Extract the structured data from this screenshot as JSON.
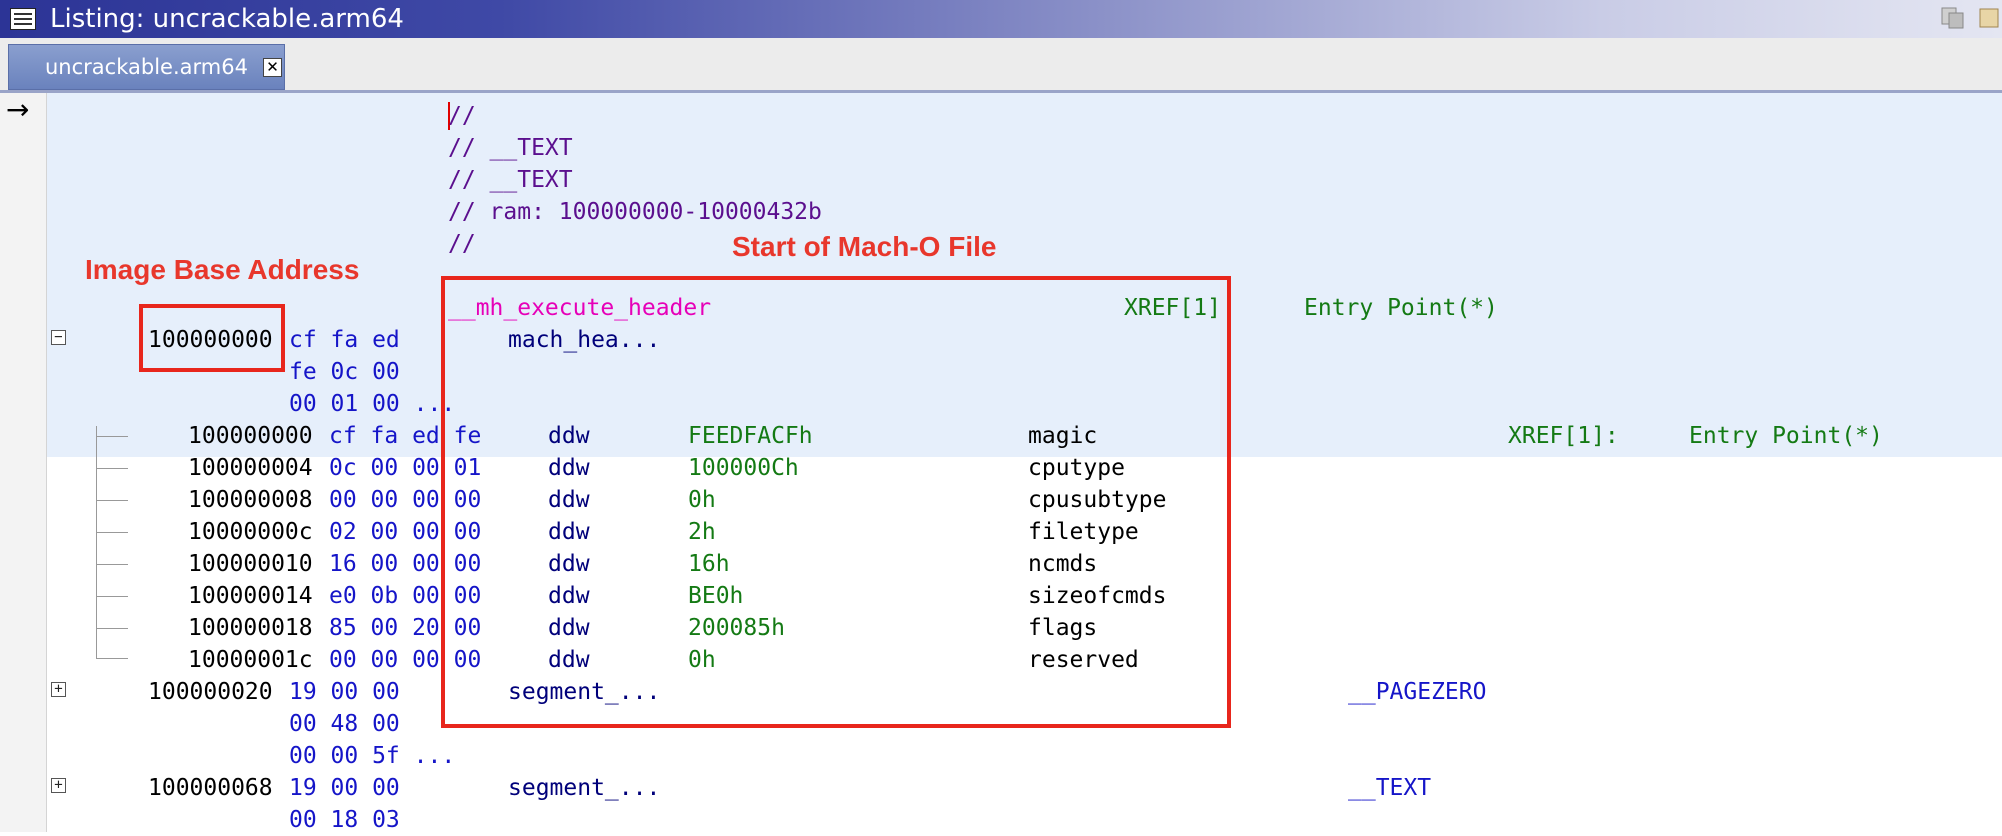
{
  "window": {
    "title": "Listing: uncrackable.arm64"
  },
  "tab": {
    "label": "uncrackable.arm64"
  },
  "listing": {
    "comments": [
      "//",
      "// __TEXT",
      "// __TEXT",
      "// ram: 100000000-10000432b",
      "//"
    ],
    "header": {
      "label": "__mh_execute_header",
      "xref": "XREF[1]",
      "entry_point": "Entry Point(*)",
      "address": "100000000",
      "bytes": [
        "cf fa ed",
        "fe 0c 00",
        "00 01 00 ..."
      ],
      "type": "mach_hea..."
    },
    "fields": [
      {
        "address": "100000000",
        "bytes": "cf fa ed fe",
        "mnemonic": "ddw",
        "value": "FEEDFACFh",
        "name": "magic",
        "xref": "XREF[1]:",
        "entry_point": "Entry Point(*)"
      },
      {
        "address": "100000004",
        "bytes": "0c 00 00 01",
        "mnemonic": "ddw",
        "value": "100000Ch",
        "name": "cputype"
      },
      {
        "address": "100000008",
        "bytes": "00 00 00 00",
        "mnemonic": "ddw",
        "value": "0h",
        "name": "cpusubtype"
      },
      {
        "address": "10000000c",
        "bytes": "02 00 00 00",
        "mnemonic": "ddw",
        "value": "2h",
        "name": "filetype"
      },
      {
        "address": "100000010",
        "bytes": "16 00 00 00",
        "mnemonic": "ddw",
        "value": "16h",
        "name": "ncmds"
      },
      {
        "address": "100000014",
        "bytes": "e0 0b 00 00",
        "mnemonic": "ddw",
        "value": "BE0h",
        "name": "sizeofcmds"
      },
      {
        "address": "100000018",
        "bytes": "85 00 20 00",
        "mnemonic": "ddw",
        "value": "200085h",
        "name": "flags"
      },
      {
        "address": "10000001c",
        "bytes": "00 00 00 00",
        "mnemonic": "ddw",
        "value": "0h",
        "name": "reserved"
      }
    ],
    "segments": [
      {
        "address": "100000020",
        "bytes": [
          "19 00 00",
          "00 48 00",
          "00 00 5f ..."
        ],
        "type": "segment_...",
        "name": "__PAGEZERO"
      },
      {
        "address": "100000068",
        "bytes": [
          "19 00 00",
          "00 18 03"
        ],
        "type": "segment_...",
        "name": "__TEXT"
      }
    ]
  },
  "annotations": {
    "image_base": "Image Base Address",
    "macho_start": "Start of Mach-O File"
  },
  "colors": {
    "annotation": "#e8372c",
    "highlight": "#e6effb",
    "title_bar": "#2c3496"
  },
  "icons": {
    "window": "listing-window-icon",
    "close": "close-tab-icon",
    "arrow": "current-location-arrow-icon"
  }
}
